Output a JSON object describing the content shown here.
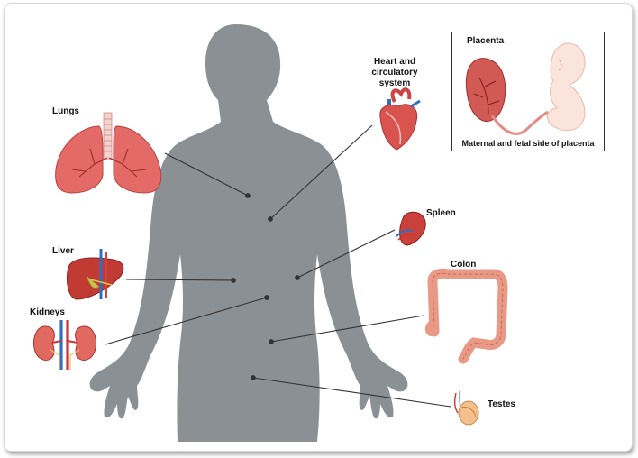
{
  "organs": {
    "lungs": "Lungs",
    "heart": "Heart and circulatory system",
    "liver": "Liver",
    "kidneys": "Kidneys",
    "spleen": "Spleen",
    "colon": "Colon",
    "testes": "Testes"
  },
  "inset": {
    "title": "Placenta",
    "caption": "Maternal and fetal side of placenta"
  },
  "colors": {
    "silhouette": "#8b9094",
    "organ_red": "#d9534f",
    "vessel_blue": "#2f6fbf",
    "leader_line": "#333333"
  }
}
